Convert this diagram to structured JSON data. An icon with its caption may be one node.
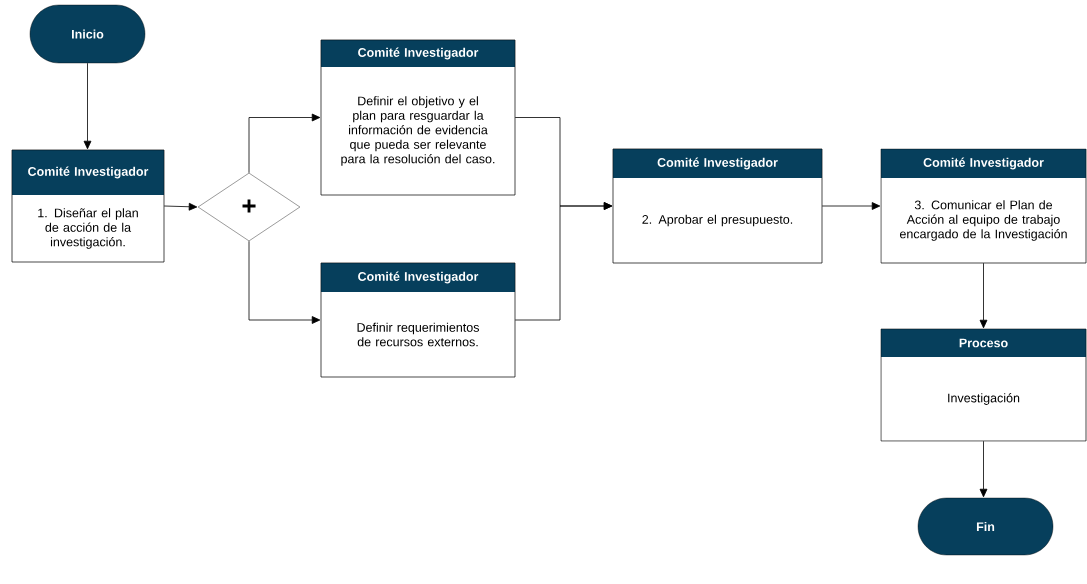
{
  "diagram": {
    "nodes": [
      {
        "text": [
          "Inicio"
        ]
      },
      {
        "text": [
          "Comité Investigador",
          "1. Diseñar el plan de acción de la investigación."
        ]
      },
      {
        "text": [
          "+"
        ]
      },
      {
        "text": [
          "Comité Investigador",
          "Definir el objetivo y el plan para resguardar la información de evidencia que pueda ser relevante para la resolución del caso."
        ]
      },
      {
        "text": [
          "Comité Investigador",
          "Definir requerimientos de recursos externos."
        ]
      },
      {
        "text": [
          "Comité Investigador",
          "2. Aprobar el presupuesto."
        ]
      },
      {
        "text": [
          "Comité Investigador",
          "3. Comunicar el Plan de Acción al equipo de trabajo encargado de la Investigación"
        ]
      },
      {
        "text": [
          "Proceso",
          "Investigación"
        ]
      },
      {
        "text": [
          "Fin"
        ]
      }
    ],
    "edges": [
      {
        "from": 0,
        "to": 1,
        "arrow": "to"
      },
      {
        "from": 1,
        "to": 2,
        "arrow": "to"
      },
      {
        "from": 2,
        "to": 3,
        "arrow": "to"
      },
      {
        "from": 2,
        "to": 4,
        "arrow": "to"
      },
      {
        "from": 3,
        "to": 5,
        "arrow": "to"
      },
      {
        "from": 4,
        "to": 5,
        "arrow": "to"
      },
      {
        "from": 5,
        "to": 6,
        "arrow": "to"
      },
      {
        "from": 6,
        "to": 7,
        "arrow": "to"
      },
      {
        "from": 7,
        "to": 8,
        "arrow": "to"
      }
    ]
  }
}
